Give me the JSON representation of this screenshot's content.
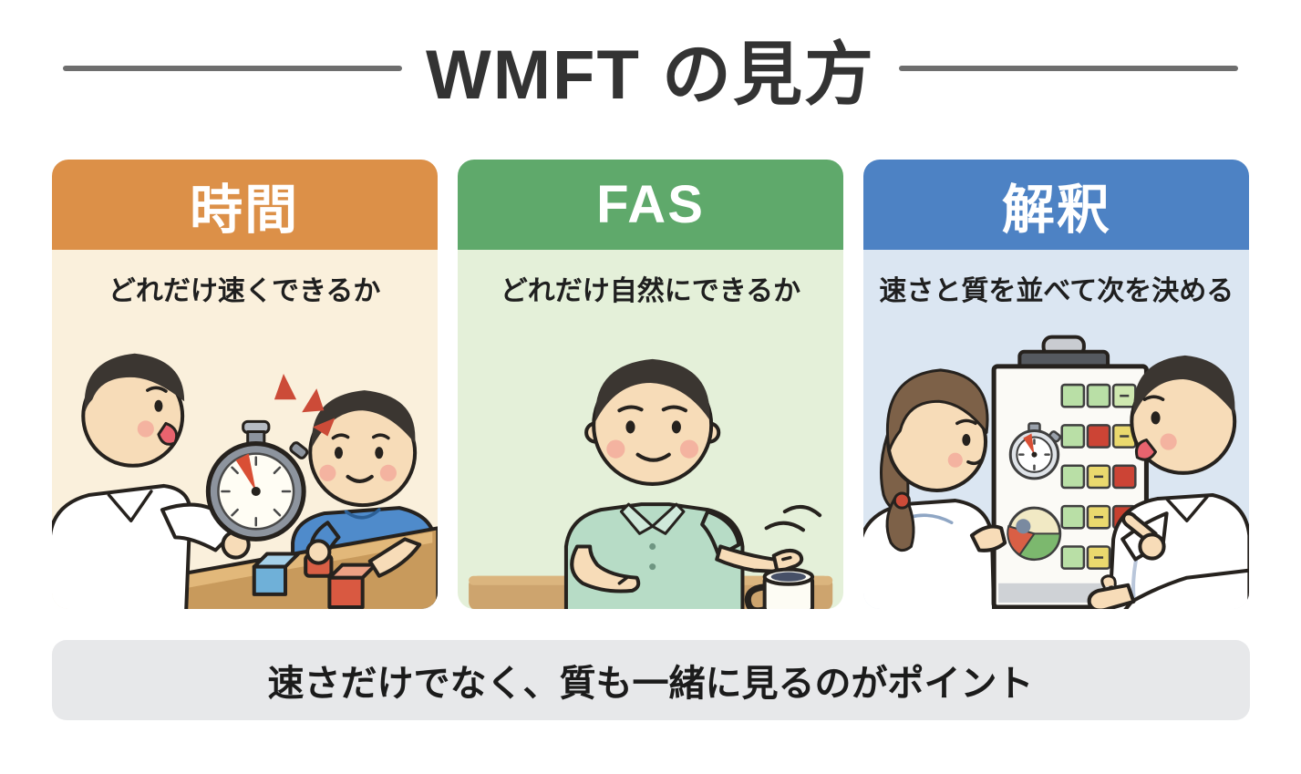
{
  "title": "WMFT の見方",
  "cards": [
    {
      "id": "time",
      "header": "時間",
      "subtitle": "どれだけ速くできるか",
      "accent_color": "#dc9048",
      "body_color": "#faf0dc",
      "illustration": "therapist-timing-patient-moving-blocks"
    },
    {
      "id": "fas",
      "header": "FAS",
      "subtitle": "どれだけ自然にできるか",
      "accent_color": "#5fa96b",
      "body_color": "#e4f0d9",
      "illustration": "man-reaching-for-cup-on-table"
    },
    {
      "id": "interpretation",
      "header": "解釈",
      "subtitle": "速さと質を並べて次を決める",
      "accent_color": "#4d82c4",
      "body_color": "#dbe6f2",
      "illustration": "clinicians-reviewing-scorecard-clipboard"
    }
  ],
  "keypoint": "速さだけでなく、質も一緒に見るのがポイント",
  "colors": {
    "page_bg": "#ffffff",
    "title_text": "#333333",
    "title_rule": "#6e6e6e",
    "keypoint_bg": "#e7e8ea",
    "keypoint_text": "#1b1b1b",
    "outline": "#26221e",
    "stopwatch_hand_red": "#d94f35",
    "score_green": "#b9dfa6",
    "score_yellow": "#ead96e",
    "score_red": "#cc4435"
  }
}
